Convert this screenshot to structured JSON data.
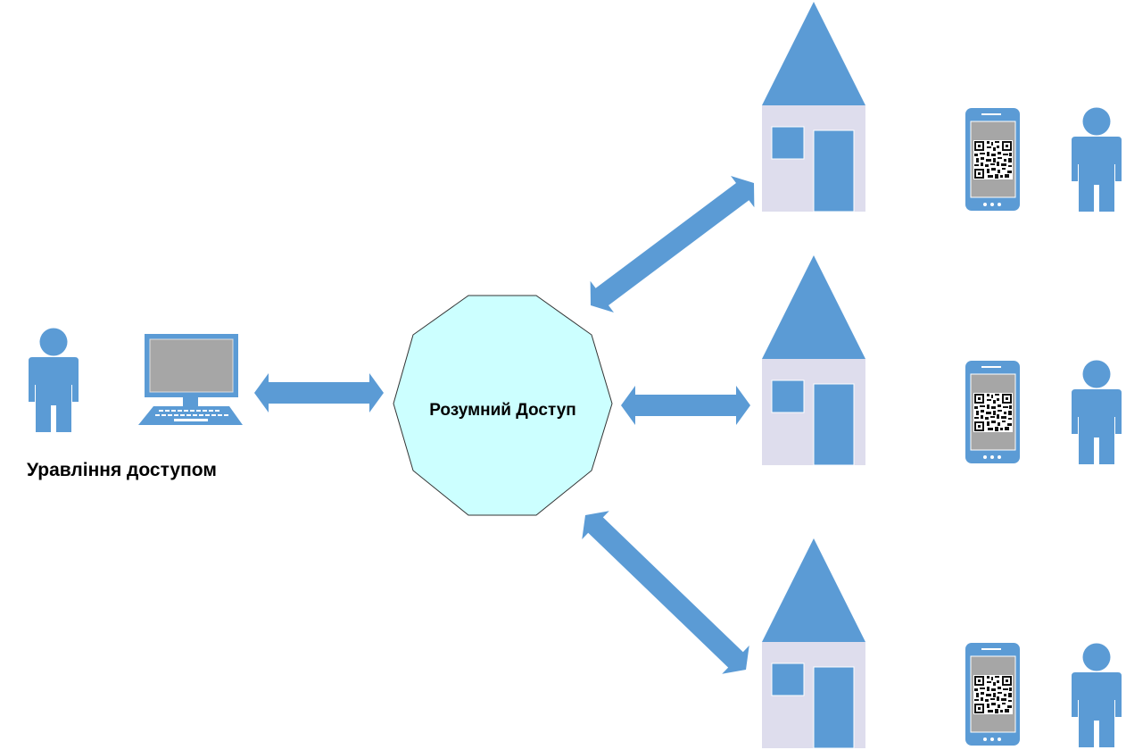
{
  "diagram": {
    "title": "Розумний Доступ",
    "hub": {
      "label": "Розумний Доступ",
      "fill": "#ccffff",
      "stroke": "#333333"
    },
    "admin": {
      "label": "Уравління доступом",
      "icons": [
        "person-icon",
        "computer-icon"
      ]
    },
    "buildings": [
      {
        "name": "house-1",
        "device": "smartphone-qr-icon",
        "user": "person-icon"
      },
      {
        "name": "house-2",
        "device": "smartphone-qr-icon",
        "user": "person-icon"
      },
      {
        "name": "house-3",
        "device": "smartphone-qr-icon",
        "user": "person-icon"
      }
    ],
    "connections": [
      {
        "from": "admin-computer",
        "to": "hub",
        "type": "bidirectional"
      },
      {
        "from": "hub",
        "to": "house-1",
        "type": "bidirectional"
      },
      {
        "from": "hub",
        "to": "house-2",
        "type": "bidirectional"
      },
      {
        "from": "hub",
        "to": "house-3",
        "type": "bidirectional"
      }
    ],
    "colors": {
      "accent": "#5b9bd5",
      "house_wall": "#dedded",
      "screen": "#a6a6a6",
      "hub_fill": "#ccffff"
    }
  }
}
